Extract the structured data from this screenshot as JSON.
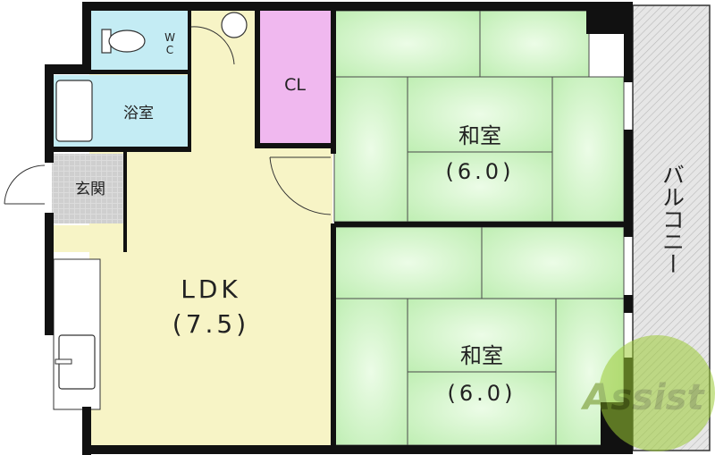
{
  "rooms": {
    "wc": "WC",
    "bath": "浴室",
    "closet": "CL",
    "entrance": "玄関",
    "ldk": {
      "name": "LDK",
      "size": "(7.5)"
    },
    "washitsu_upper": {
      "name": "和室",
      "size": "(6.0)"
    },
    "washitsu_lower": {
      "name": "和室",
      "size": "(6.0)"
    },
    "balcony": "バルコニー"
  },
  "watermark": "Assist",
  "colors": {
    "wall": "#111111",
    "ldk_floor": "#f7f4c6",
    "wet_area": "#c4ecf4",
    "closet": "#f0b8ef",
    "tatami": "#cdf3c3",
    "tatami_light": "#e9fbe3",
    "balcony": "#e6e6e6",
    "entrance": "#d8d8d8"
  }
}
